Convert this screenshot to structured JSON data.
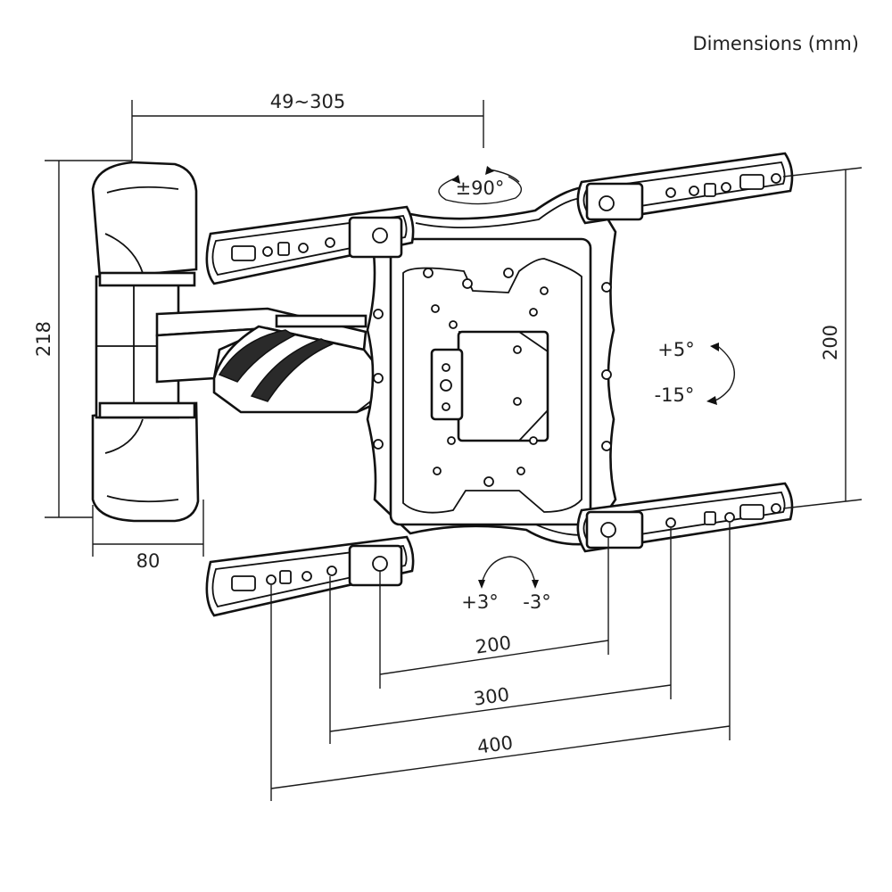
{
  "title": "Dimensions (mm)",
  "dimensions": {
    "arm_extension": "49~305",
    "height": "218",
    "depth": "80",
    "vesa_h_200": "200",
    "vesa_w_200": "200",
    "vesa_w_300": "300",
    "vesa_w_400": "400"
  },
  "rotation": {
    "swivel": "±90°",
    "tilt_up": "+5°",
    "tilt_down": "-15°",
    "level_plus": "+3°",
    "level_minus": "-3°"
  }
}
